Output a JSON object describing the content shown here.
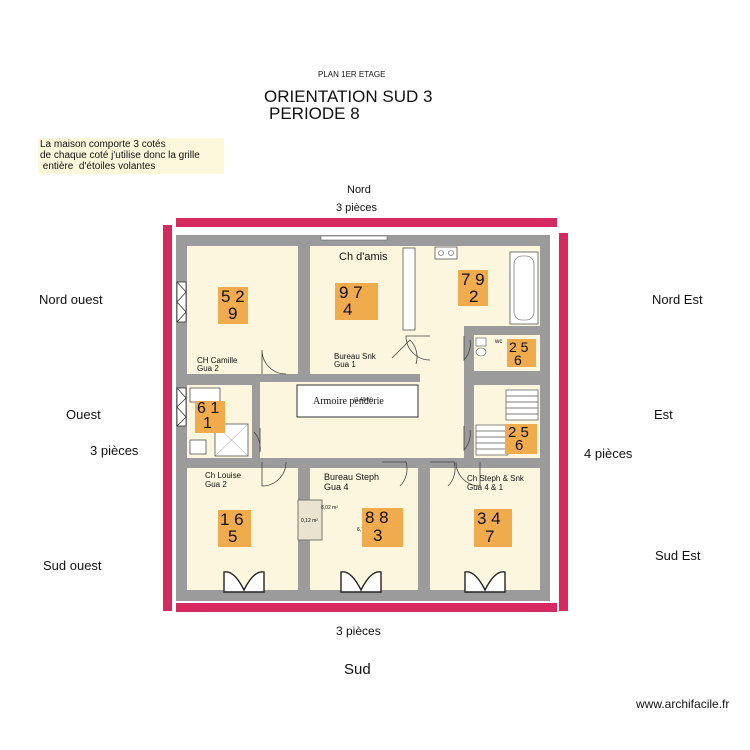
{
  "header": {
    "subtitle": "PLAN 1ER ETAGE",
    "title_line1": "ORIENTATION SUD 3",
    "title_line2": "PERIODE 8"
  },
  "note": {
    "lines": [
      "La maison comporte 3 cotés",
      "de chaque coté j'utilise donc la grille",
      " entière  d'étoiles volantes"
    ]
  },
  "directions": {
    "north": "Nord",
    "south": "Sud",
    "east": "Est",
    "west": "Ouest",
    "north_west": "Nord ouest",
    "north_east": "Nord Est",
    "south_west": "Sud ouest",
    "south_east": "Sud Est"
  },
  "wall_labels": {
    "north": "3 pièces",
    "south": "3 pièces",
    "west": "3 pièces",
    "east": "4 pièces"
  },
  "rooms": {
    "ch_amis": "Ch d'amis",
    "ch_camille": "CH Camille",
    "ch_camille_gua": "Gua 2",
    "bureau_snk": "Bureau Snk",
    "bureau_snk_gua": "Gua 1",
    "wc": "wc",
    "armoire": "Armoire penderie",
    "ch_louise": "Ch Louise",
    "ch_louise_gua": "Gua 2",
    "bureau_steph": "Bureau Steph",
    "bureau_steph_gua": "Gua 4",
    "ch_steph": "Ch Steph & Snk",
    "ch_steph_gua": "Gua 4 & 1"
  },
  "areas": {
    "closet_a": "0,12 m²",
    "closet_b": "8,02 m²",
    "bureau": "6,77 m²",
    "armoire": "(1,49m²)"
  },
  "flying_stars": {
    "ch_camille": {
      "top": "5 2",
      "bottom": "9"
    },
    "bureau_snk": {
      "top": "9 7",
      "bottom": "4"
    },
    "ch_amis": {
      "top": "7 9",
      "bottom": "2"
    },
    "wc": {
      "top": "2 5",
      "bottom": "6"
    },
    "bathroom_w": {
      "top": "6 1",
      "bottom": "1"
    },
    "stairs_e": {
      "top": "2 5",
      "bottom": "6"
    },
    "ch_louise": {
      "top": "1 6",
      "bottom": "5"
    },
    "bureau_steph": {
      "top": "8 8",
      "bottom": "3"
    },
    "ch_steph": {
      "top": "3 4",
      "bottom": "7"
    }
  },
  "watermark": "www.archifacile.fr",
  "colors": {
    "wall": "#9b9b9b",
    "floor": "#fbf6dd",
    "accent_bar": "#d6295f",
    "star_box": "#f0ab4c",
    "note_bg": "#fdf7dc"
  }
}
